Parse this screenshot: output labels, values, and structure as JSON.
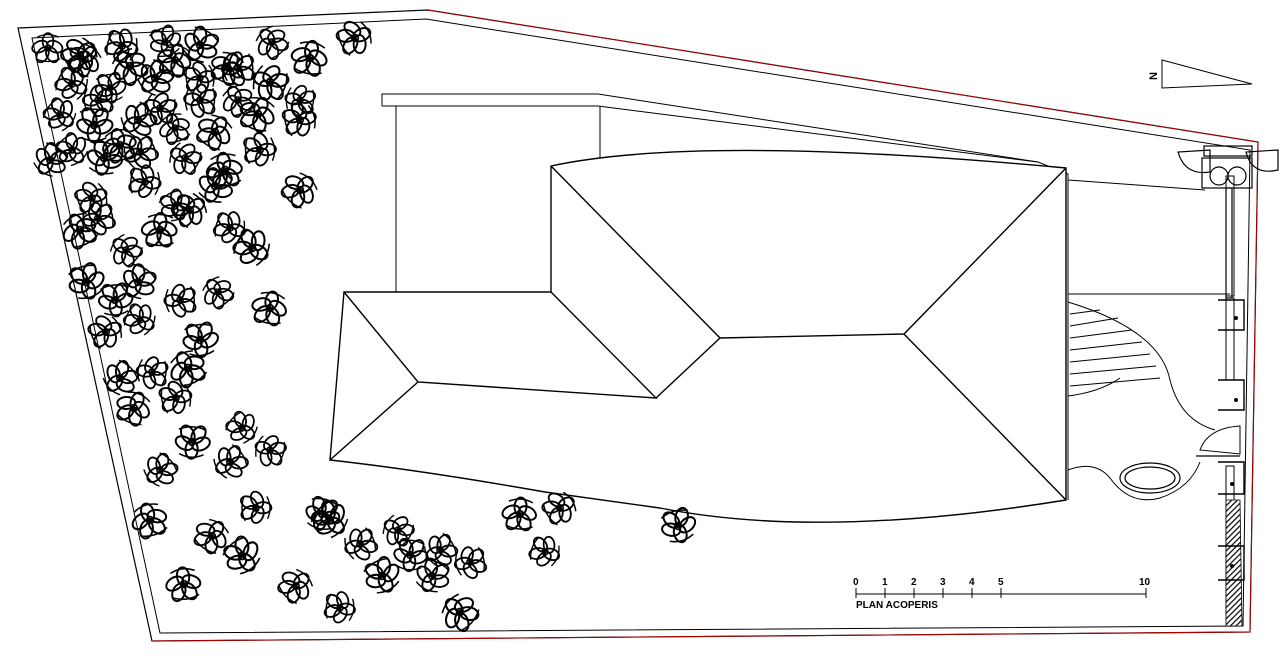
{
  "plan": {
    "title": "PLAN ACOPERIS",
    "north_label": "N",
    "scale_ticks": [
      "0",
      "1",
      "2",
      "3",
      "4",
      "5",
      "10"
    ],
    "colors": {
      "line": "#000000",
      "property_boundary_accent": "#b00000",
      "background": "#ffffff",
      "hatch_fill": "#2a2a2a"
    },
    "vegetation": {
      "icon": "shrub-icon",
      "count": 90
    }
  }
}
